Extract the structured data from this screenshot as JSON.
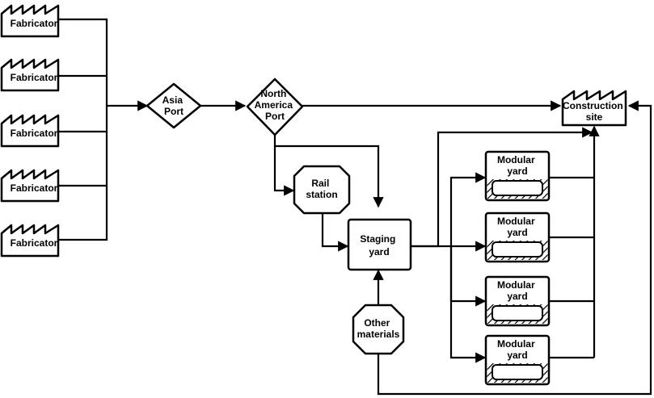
{
  "diagram": {
    "nodes": {
      "fabricator_1": "Fabricator",
      "fabricator_2": "Fabricator",
      "fabricator_3": "Fabricator",
      "fabricator_4": "Fabricator",
      "fabricator_5": "Fabricator",
      "asia_port": [
        "Asia",
        "Port"
      ],
      "north_america_port": [
        "North",
        "America",
        "Port"
      ],
      "construction_site": [
        "Construction",
        "site"
      ],
      "rail_station": [
        "Rail",
        "station"
      ],
      "staging_yard": [
        "Staging",
        "yard"
      ],
      "other_materials": [
        "Other",
        "materials"
      ],
      "modular_yard_1": [
        "Modular",
        "yard"
      ],
      "modular_yard_2": [
        "Modular",
        "yard"
      ],
      "modular_yard_3": [
        "Modular",
        "yard"
      ],
      "modular_yard_4": [
        "Modular",
        "yard"
      ]
    },
    "edges": [
      [
        "fabricator_1",
        "asia_port"
      ],
      [
        "fabricator_2",
        "asia_port"
      ],
      [
        "fabricator_3",
        "asia_port"
      ],
      [
        "fabricator_4",
        "asia_port"
      ],
      [
        "fabricator_5",
        "asia_port"
      ],
      [
        "asia_port",
        "north_america_port"
      ],
      [
        "north_america_port",
        "construction_site"
      ],
      [
        "north_america_port",
        "staging_yard"
      ],
      [
        "north_america_port",
        "rail_station"
      ],
      [
        "rail_station",
        "staging_yard"
      ],
      [
        "other_materials",
        "staging_yard"
      ],
      [
        "other_materials",
        "construction_site"
      ],
      [
        "staging_yard",
        "construction_site"
      ],
      [
        "staging_yard",
        "modular_yard_1"
      ],
      [
        "staging_yard",
        "modular_yard_2"
      ],
      [
        "staging_yard",
        "modular_yard_3"
      ],
      [
        "staging_yard",
        "modular_yard_4"
      ],
      [
        "modular_yard_1",
        "construction_site"
      ],
      [
        "modular_yard_2",
        "construction_site"
      ],
      [
        "modular_yard_3",
        "construction_site"
      ],
      [
        "modular_yard_4",
        "construction_site"
      ]
    ]
  }
}
